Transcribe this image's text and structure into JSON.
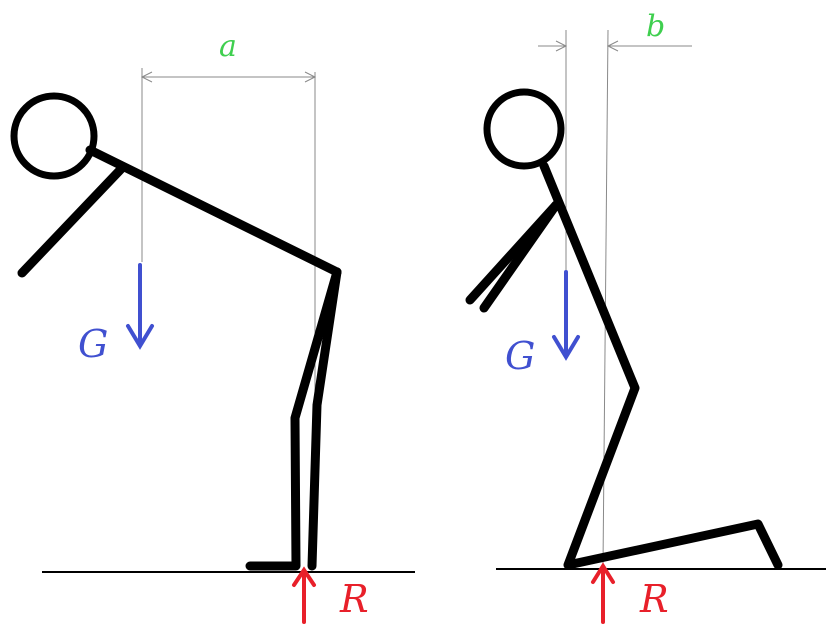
{
  "colors": {
    "figure": "#000000",
    "guide": "#8a8a8a",
    "dimension": "#3fcf4f",
    "gravity": "#4050d0",
    "reaction": "#e8202a"
  },
  "left_figure": {
    "dimension_label": "a",
    "gravity_label": "G",
    "reaction_label": "R"
  },
  "right_figure": {
    "dimension_label": "b",
    "gravity_label": "G",
    "reaction_label": "R"
  }
}
